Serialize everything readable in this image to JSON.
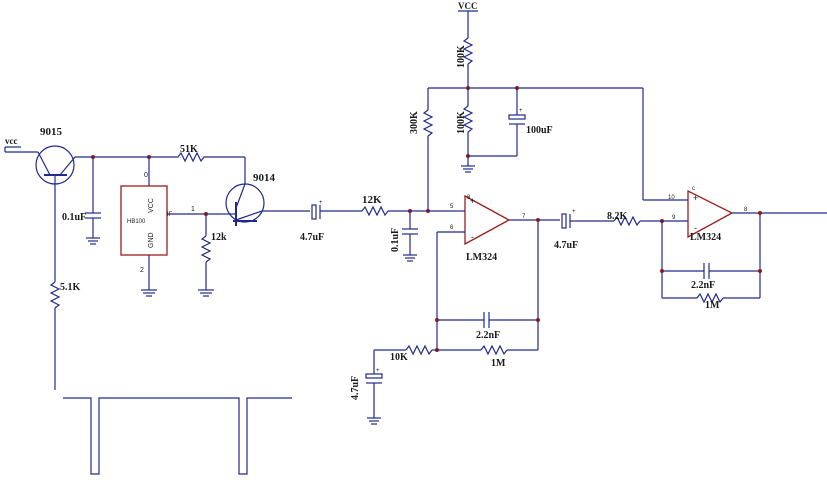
{
  "supply": {
    "vcc_left": "vcc",
    "vcc_top": "VCC"
  },
  "transistors": {
    "q1": "9015",
    "q2": "9014"
  },
  "ic": {
    "vcc_pin": "VCC",
    "gnd_pin": "GND",
    "part": "HB100",
    "if_pin": "IF",
    "pin_top": "0",
    "pin_bottom": "2",
    "pin_right": "1"
  },
  "resistors": {
    "r_51k": "51K",
    "r_5_1k": "5.1K",
    "r_12k_small": "12k",
    "r_12k": "12K",
    "r_100k_top": "100K",
    "r_100k": "100K",
    "r_300k": "300K",
    "r_10k": "10K",
    "r_1m_a": "1M",
    "r_8_2k": "8.2K",
    "r_1m_b": "1M"
  },
  "capacitors": {
    "c_0_1uf_left": "0.1uF",
    "c_4_7uf_a": "4.7uF",
    "c_0_1uf_mid": "0.1uF",
    "c_100uf": "100uF",
    "c_2_2nf_a": "2.2nF",
    "c_4_7uf_b": "4.7uF",
    "c_4_7uf_c": "4.7uF",
    "c_2_2nf_b": "2.2nF"
  },
  "opamps": {
    "u1": {
      "name": "LM324",
      "pin_in_plus": "5",
      "pin_in_minus": "6",
      "pin_out": "7",
      "pin_supply": "8"
    },
    "u2": {
      "name": "LM324",
      "pin_in_plus": "10",
      "pin_in_minus": "9",
      "pin_out": "8",
      "pin_supply": "c"
    }
  },
  "signs": {
    "plus": "+",
    "minus": "-"
  }
}
